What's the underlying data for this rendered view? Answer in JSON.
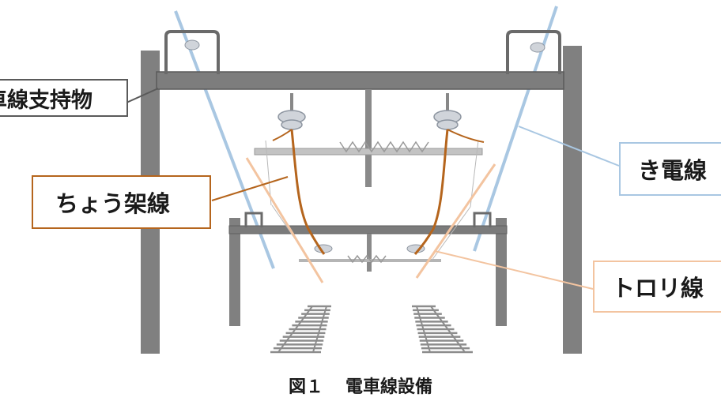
{
  "labels": {
    "support": "車線支持物",
    "catenary": "ちょう架線",
    "feeder": "き電線",
    "trolley": "トロリ線"
  },
  "caption": {
    "number": "図１",
    "title": "電車線設備"
  },
  "colors": {
    "structure": "#808080",
    "structure_dark": "#6a6a6a",
    "catenary_wire": "#b5651d",
    "feeder_wire": "#a9c7e2",
    "trolley_wire": "#f3c4a0",
    "insulator": "#d0d4da",
    "track": "#8c8c8c"
  }
}
